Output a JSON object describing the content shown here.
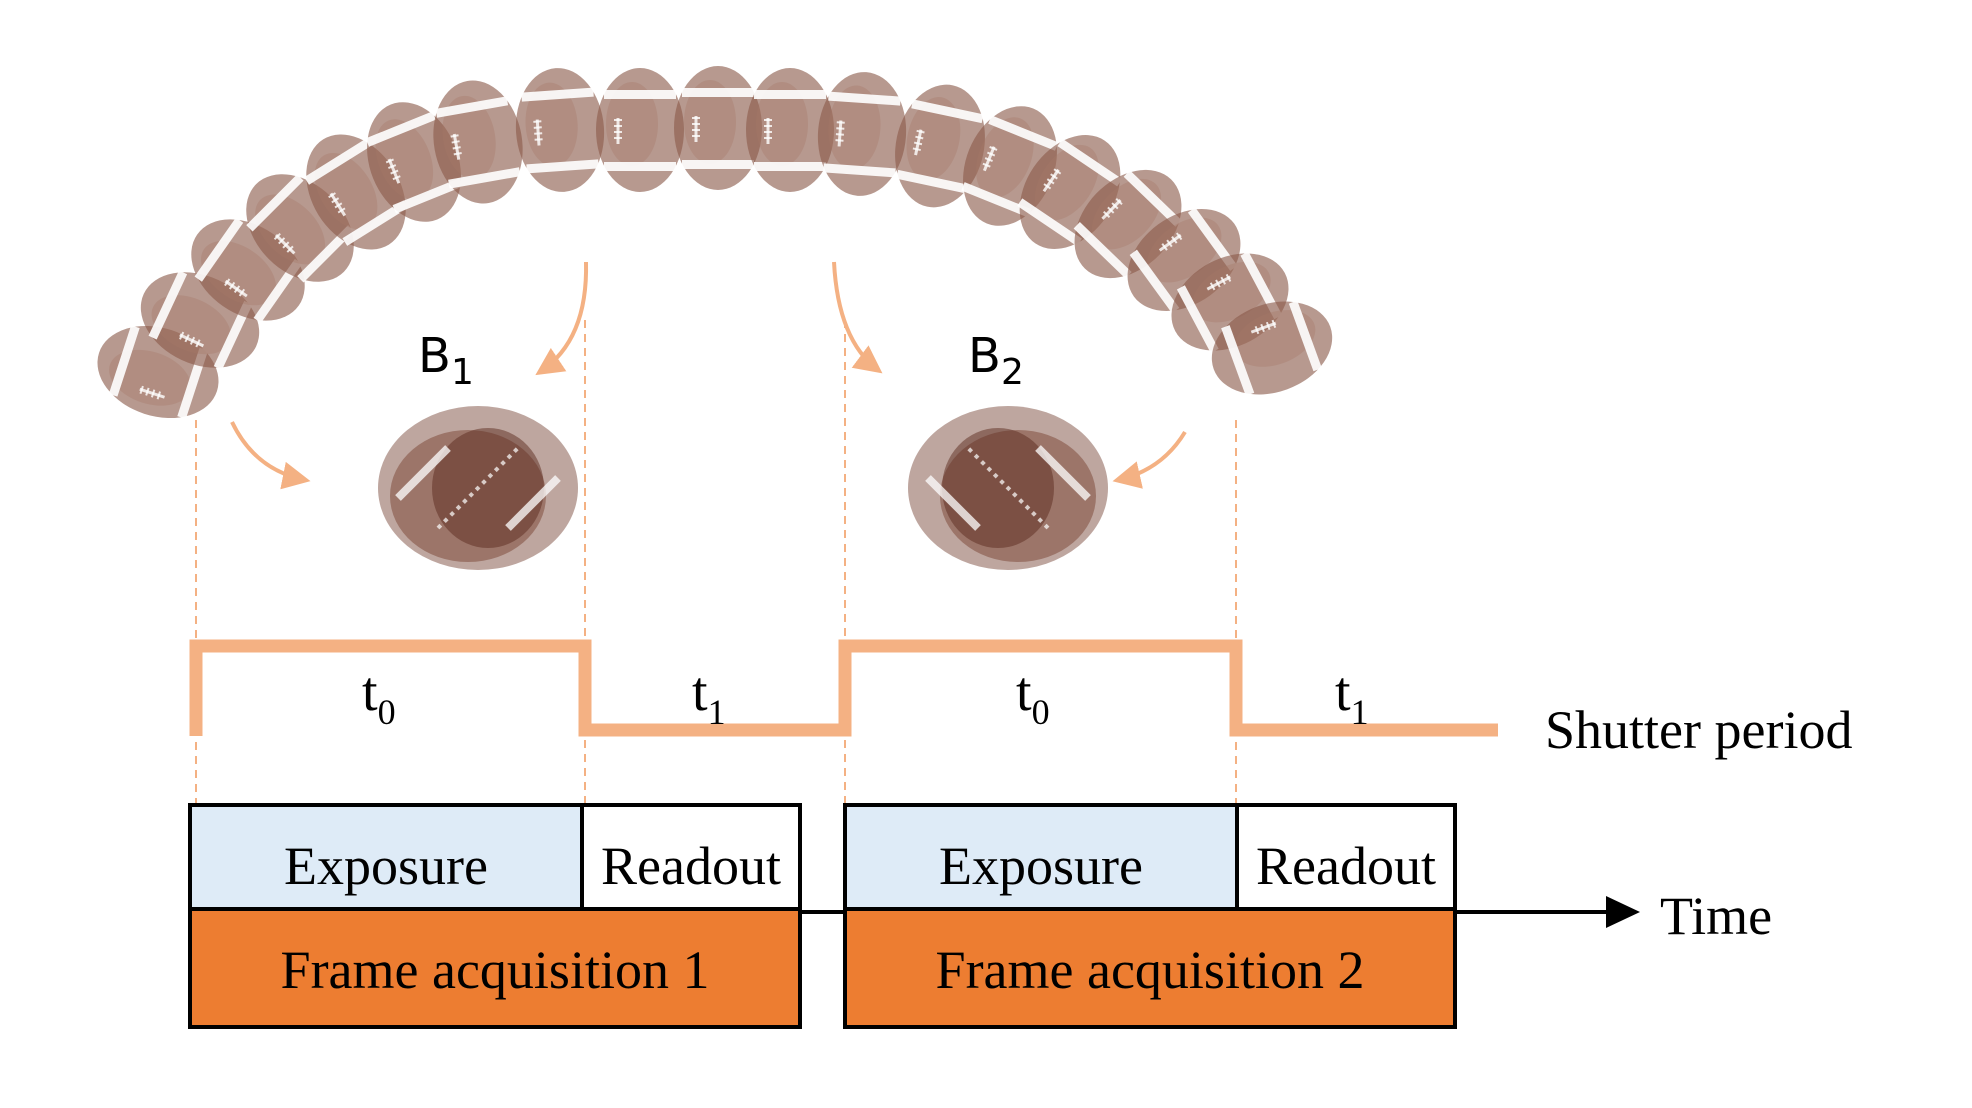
{
  "balls": {
    "blur_labels": [
      {
        "main": "B",
        "sub": "1"
      },
      {
        "main": "B",
        "sub": "2"
      }
    ]
  },
  "shutter": {
    "label": "Shutter period",
    "intervals": [
      {
        "main": "t",
        "sub": "0"
      },
      {
        "main": "t",
        "sub": "1"
      },
      {
        "main": "t",
        "sub": "0"
      },
      {
        "main": "t",
        "sub": "1"
      }
    ]
  },
  "frames": [
    {
      "exposure": "Exposure",
      "readout": "Readout",
      "acquisition": "Frame acquisition 1"
    },
    {
      "exposure": "Exposure",
      "readout": "Readout",
      "acquisition": "Frame acquisition 2"
    }
  ],
  "time_axis": {
    "label": "Time"
  },
  "colors": {
    "ball": "#8b5a4a",
    "ball_dark": "#6e3a2a",
    "stripe": "#ffffff",
    "accent": "#f4b183",
    "exposure_fill": "#deebf7",
    "acquisition_fill": "#ed7d31",
    "box_stroke": "#000000"
  }
}
